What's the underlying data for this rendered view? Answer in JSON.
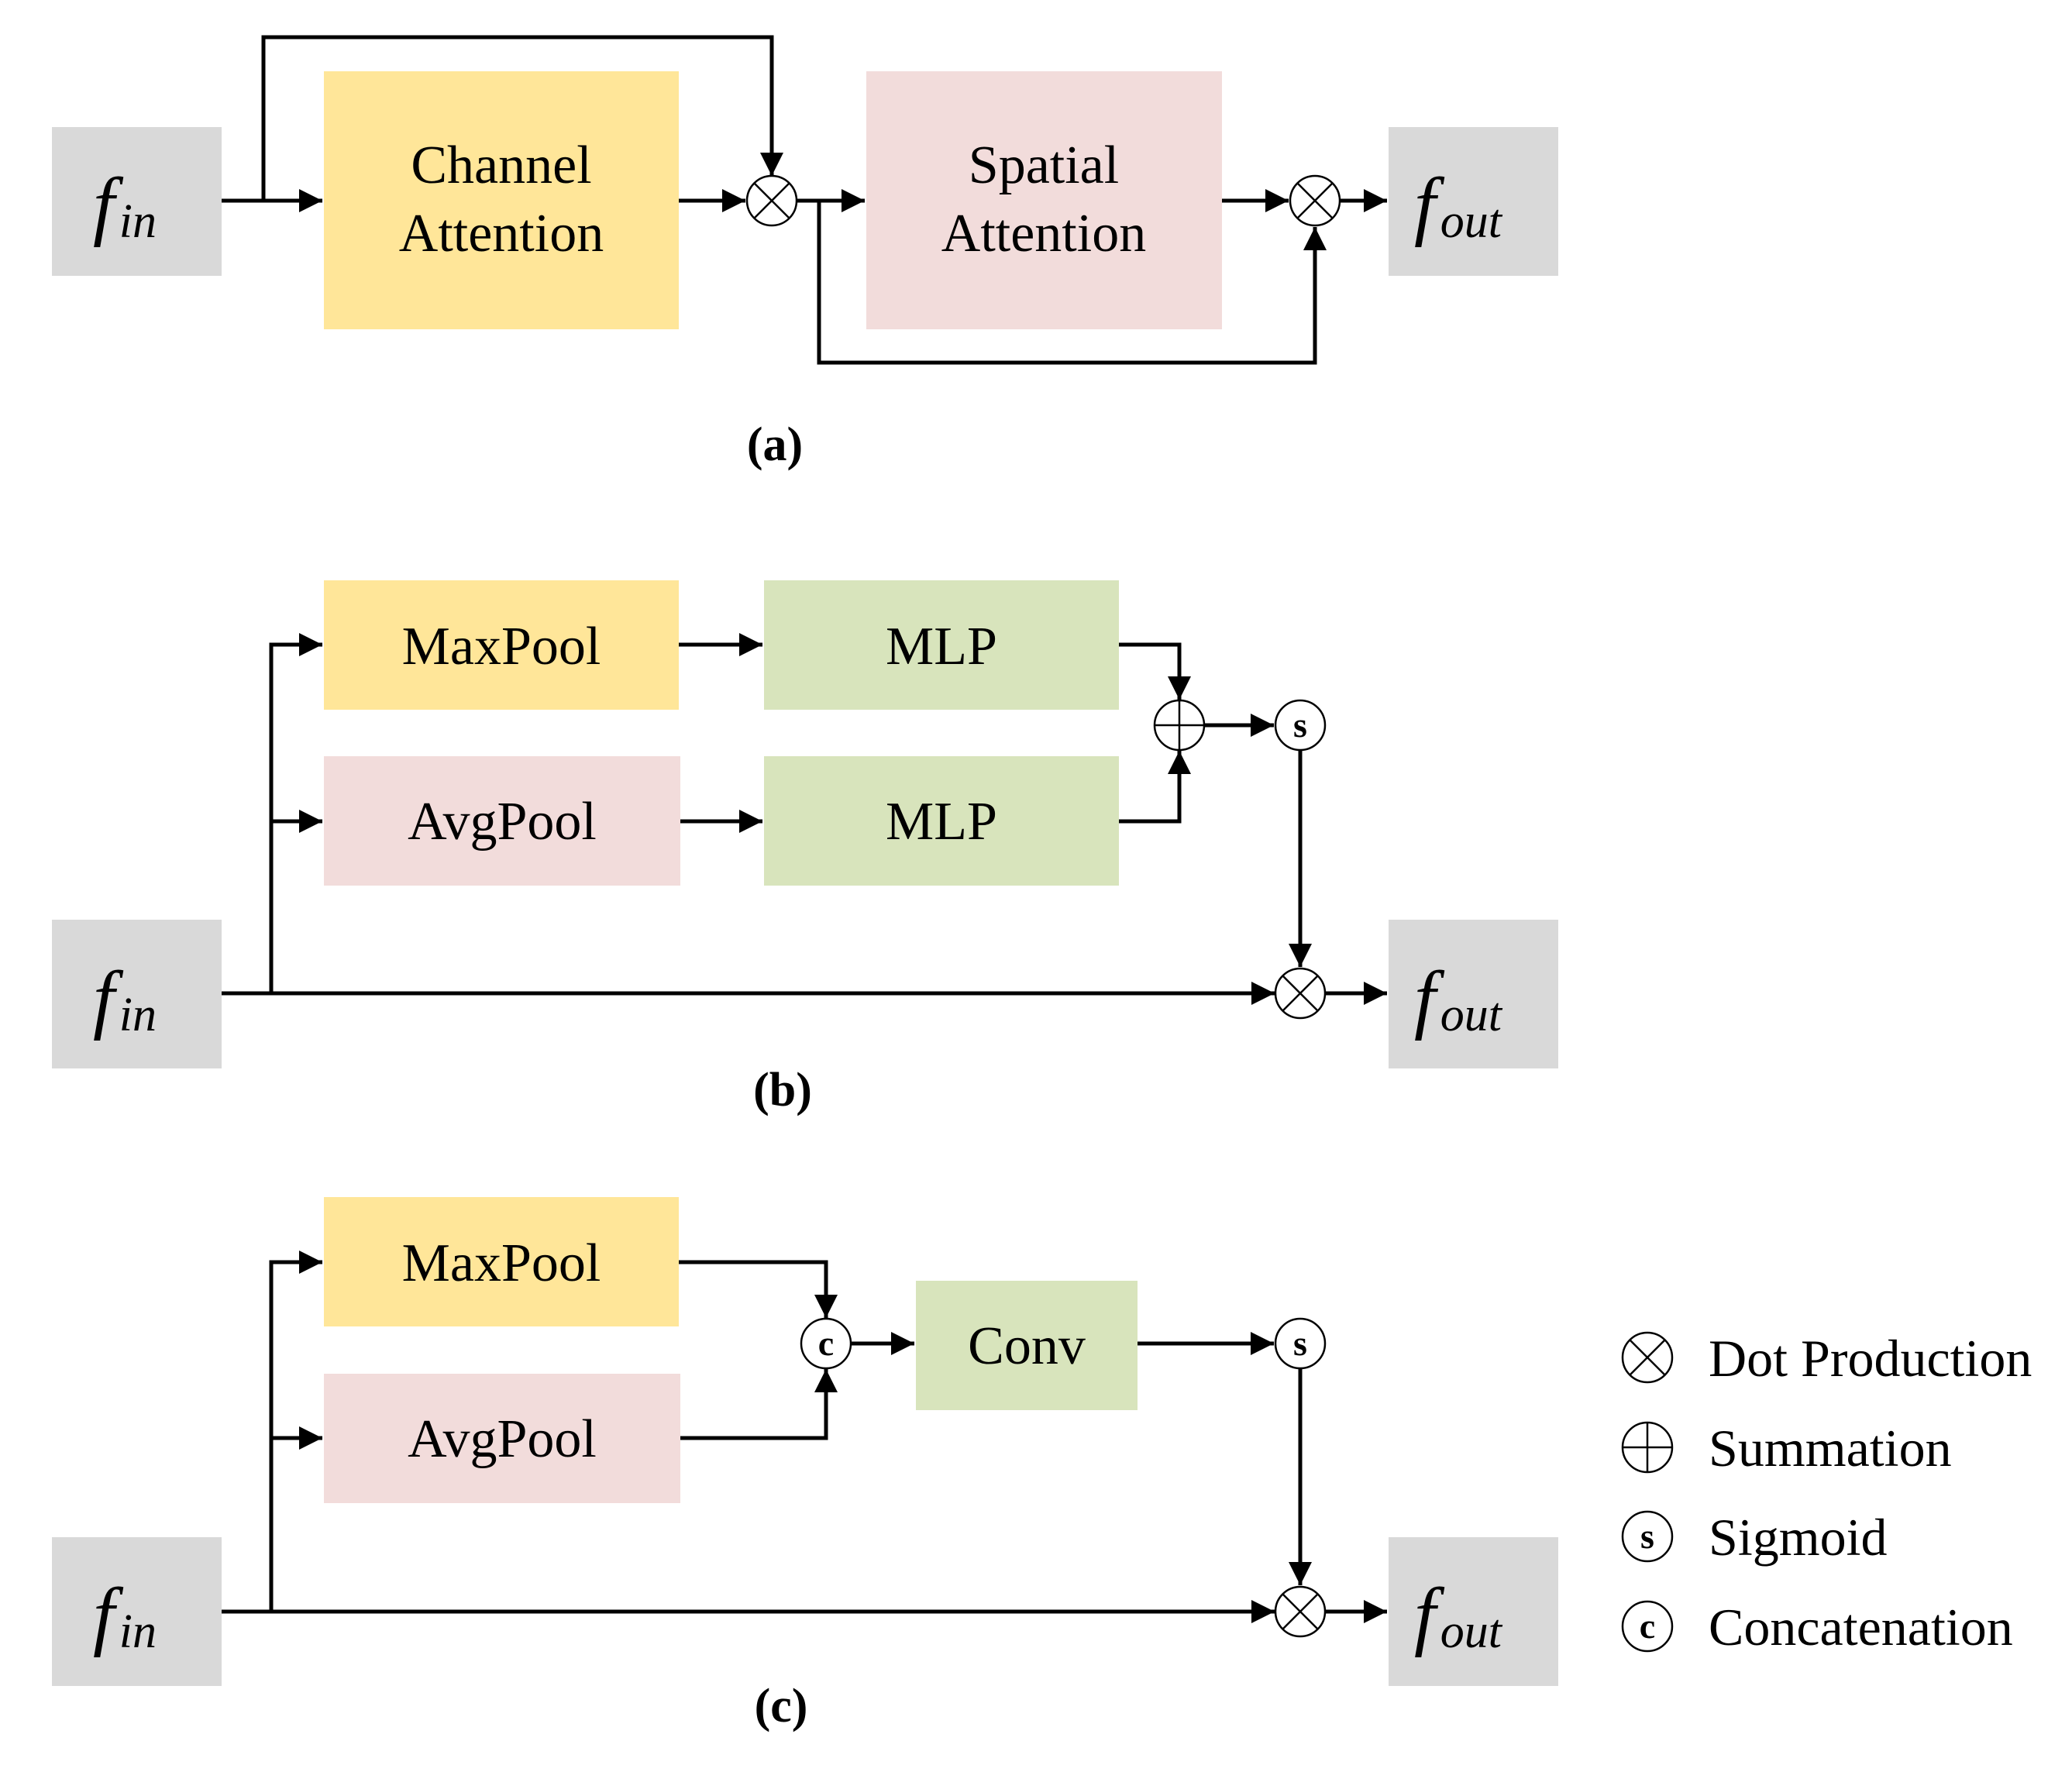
{
  "panel_a": {
    "input": {
      "base": "f",
      "sub": "in"
    },
    "channel_attention": {
      "line1": "Channel",
      "line2": "Attention"
    },
    "spatial_attention": {
      "line1": "Spatial",
      "line2": "Attention"
    },
    "output": {
      "base": "f",
      "sub": "out"
    },
    "caption": "(a)"
  },
  "panel_b": {
    "input": {
      "base": "f",
      "sub": "in"
    },
    "maxpool": "MaxPool",
    "avgpool": "AvgPool",
    "mlp_top": "MLP",
    "mlp_bottom": "MLP",
    "sigmoid_symbol": "s",
    "output": {
      "base": "f",
      "sub": "out"
    },
    "caption": "(b)"
  },
  "panel_c": {
    "input": {
      "base": "f",
      "sub": "in"
    },
    "maxpool": "MaxPool",
    "avgpool": "AvgPool",
    "concat_symbol": "c",
    "conv": "Conv",
    "sigmoid_symbol": "s",
    "output": {
      "base": "f",
      "sub": "out"
    },
    "caption": "(c)"
  },
  "legend": [
    {
      "icon": "dot-product",
      "label": "Dot Production"
    },
    {
      "icon": "summation",
      "label": "Summation"
    },
    {
      "icon": "sigmoid",
      "symbol": "s",
      "label": "Sigmoid"
    },
    {
      "icon": "concatenation",
      "symbol": "c",
      "label": "Concatenation"
    }
  ],
  "colors": {
    "gray": "#d9d9d9",
    "yellow": "#ffe699",
    "pink": "#f2dcdb",
    "green": "#d8e4bc",
    "line": "#000000"
  }
}
